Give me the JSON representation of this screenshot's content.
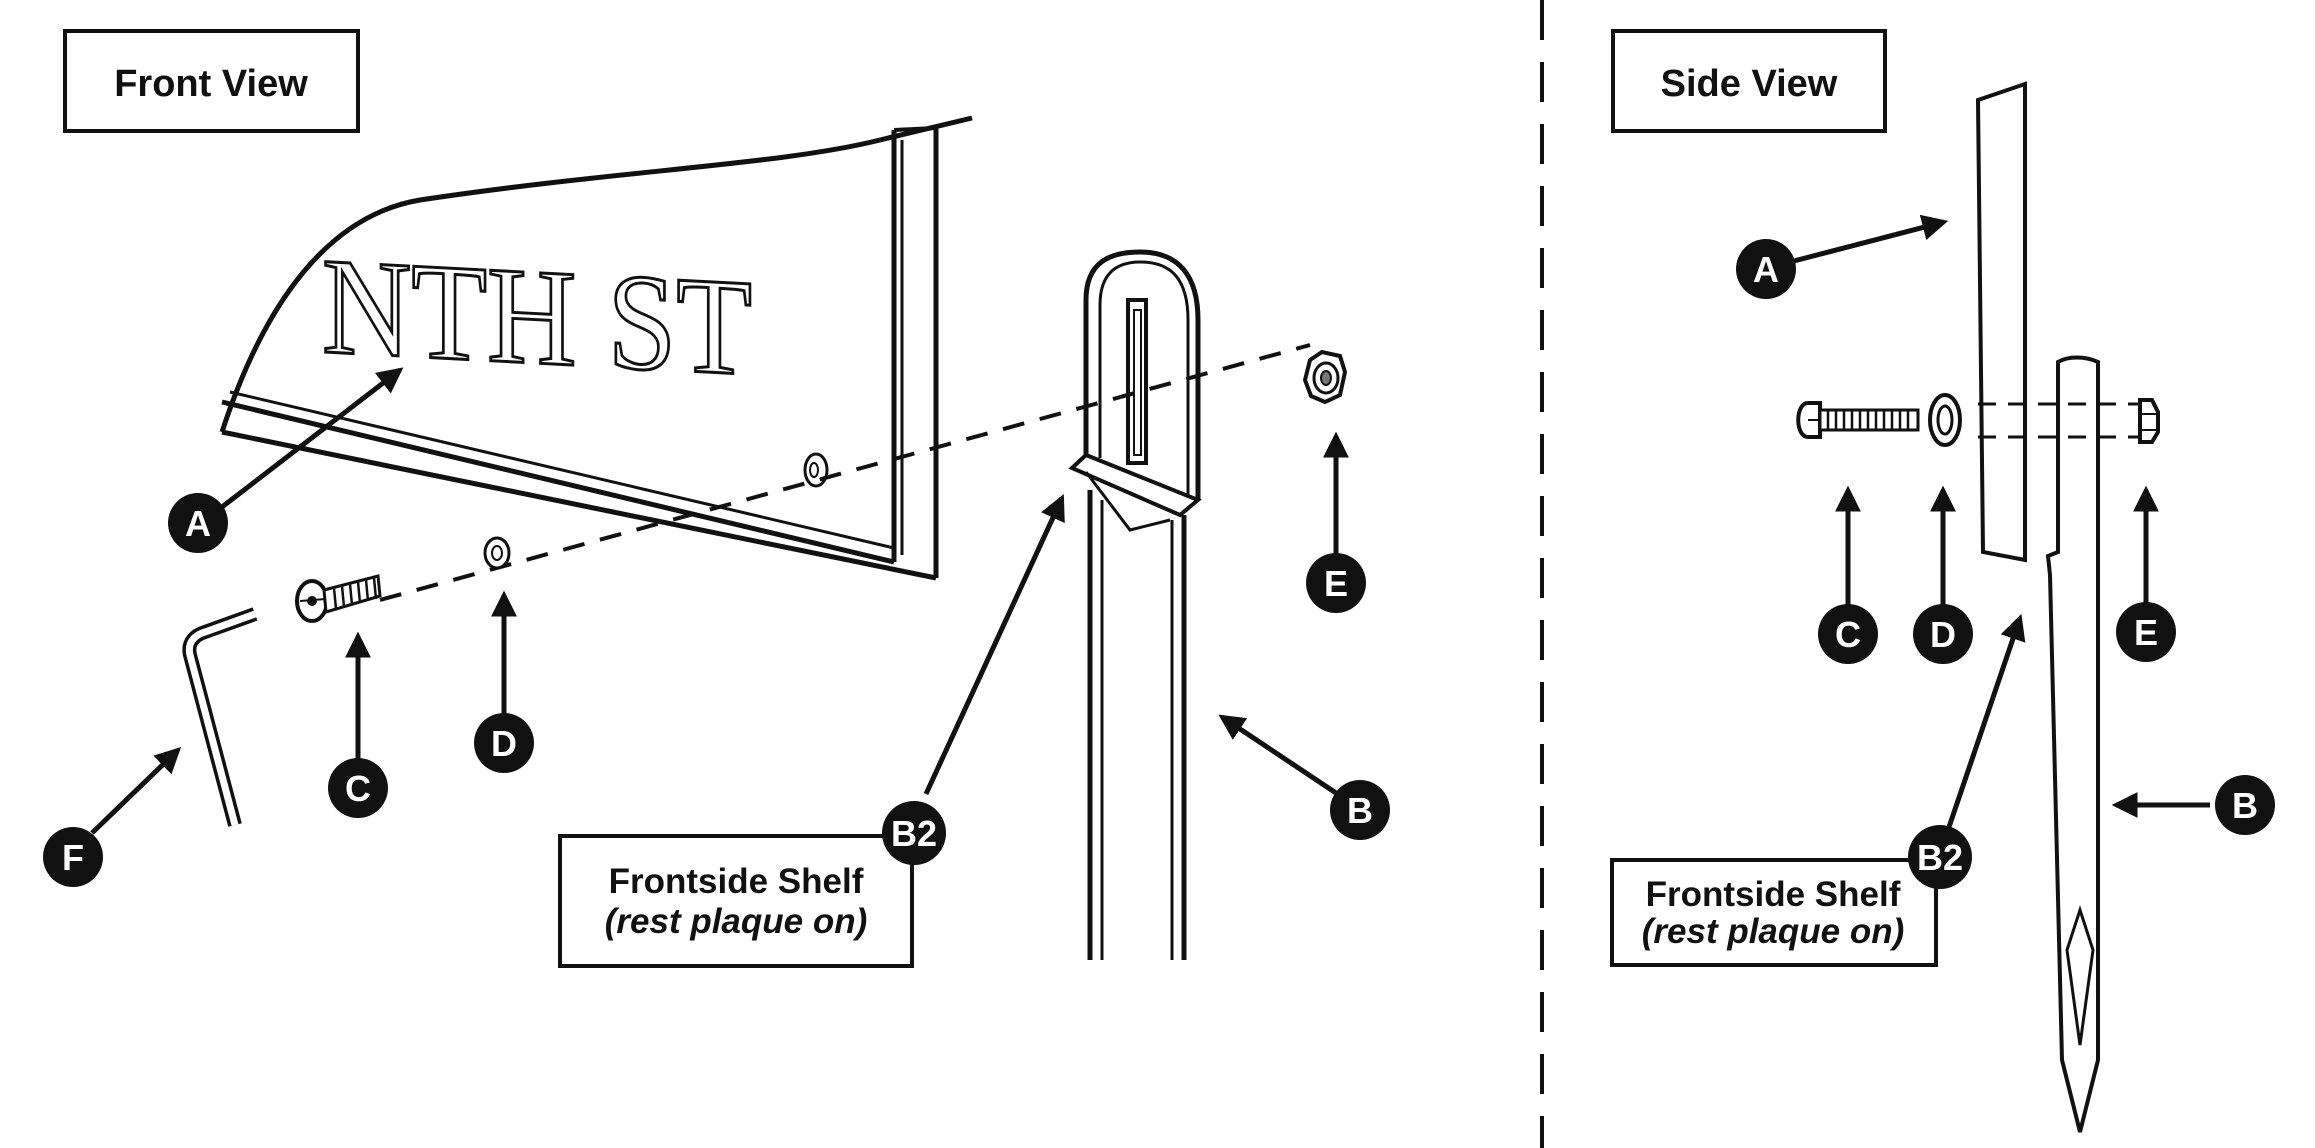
{
  "front_view": {
    "title": "Front View",
    "plaque_text": "NTH ST",
    "shelf_label_line1": "Frontside Shelf",
    "shelf_label_line2": "(rest plaque on)",
    "callouts": {
      "a": "A",
      "b": "B",
      "b2": "B2",
      "c": "C",
      "d": "D",
      "e": "E",
      "f": "F"
    }
  },
  "side_view": {
    "title": "Side View",
    "shelf_label_line1": "Frontside Shelf",
    "shelf_label_line2": "(rest plaque on)",
    "callouts": {
      "a": "A",
      "b": "B",
      "b2": "B2",
      "c": "C",
      "d": "D",
      "e": "E"
    }
  },
  "colors": {
    "ink": "#111111",
    "background": "#ffffff"
  }
}
